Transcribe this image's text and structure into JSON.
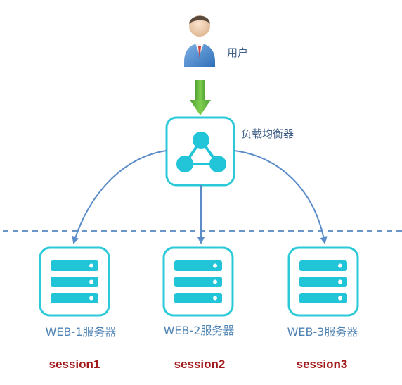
{
  "user": {
    "label": "用户",
    "icon": "user-icon"
  },
  "load_balancer": {
    "label": "负载均衡器",
    "icon": "share-nodes-icon"
  },
  "servers": [
    {
      "label": "WEB-1服务器",
      "session": "session1",
      "icon": "server-stack-icon"
    },
    {
      "label": "WEB-2服务器",
      "session": "session2",
      "icon": "server-stack-icon"
    },
    {
      "label": "WEB-3服务器",
      "session": "session3",
      "icon": "server-stack-icon"
    }
  ],
  "colors": {
    "box_border": "#2ccad8",
    "box_fill": "#ffffff",
    "icon_fill": "#22c4d8",
    "arrow": "#5b8cc8",
    "dashed_line": "#6a95c8",
    "down_arrow": "#5fb342",
    "server_label": "#4f83b3",
    "session_label": "#a01818"
  }
}
